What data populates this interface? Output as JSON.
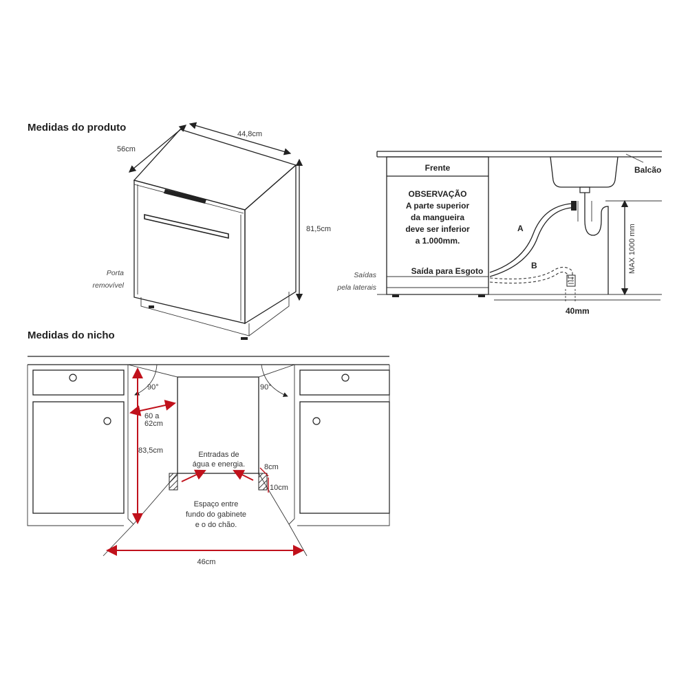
{
  "product": {
    "title": "Medidas do produto",
    "depth": "56cm",
    "width": "44,8cm",
    "height": "81,5cm",
    "door_note_line1": "Porta",
    "door_note_line2": "removível"
  },
  "drain": {
    "front": "Frente",
    "note": [
      "OBSERVAÇÃO",
      "A parte superior",
      "da mangueira",
      "deve ser inferior",
      "a 1.000mm."
    ],
    "outlet": "Saída para Esgoto",
    "side_exits_line1": "Saídas",
    "side_exits_line2": "pela laterais",
    "counter": "Balcão",
    "hose_a": "A",
    "hose_b": "B",
    "max_height": "MAX 1000 mm",
    "pipe_dia": "40mm"
  },
  "niche": {
    "title": "Medidas do nicho",
    "angle_left": "90°",
    "angle_right": "90°",
    "depth_range_line1": "60 a",
    "depth_range_line2": "62cm",
    "height": "83,5cm",
    "inlets_line1": "Entradas de",
    "inlets_line2": "água e energia.",
    "gap_8": "8cm",
    "gap_10": "10cm",
    "space_line1": "Espaço entre",
    "space_line2": "fundo do gabinete",
    "space_line3": "e o do chão.",
    "width": "46cm"
  },
  "colors": {
    "dimension_red": "#c0111b",
    "line": "#222222"
  }
}
